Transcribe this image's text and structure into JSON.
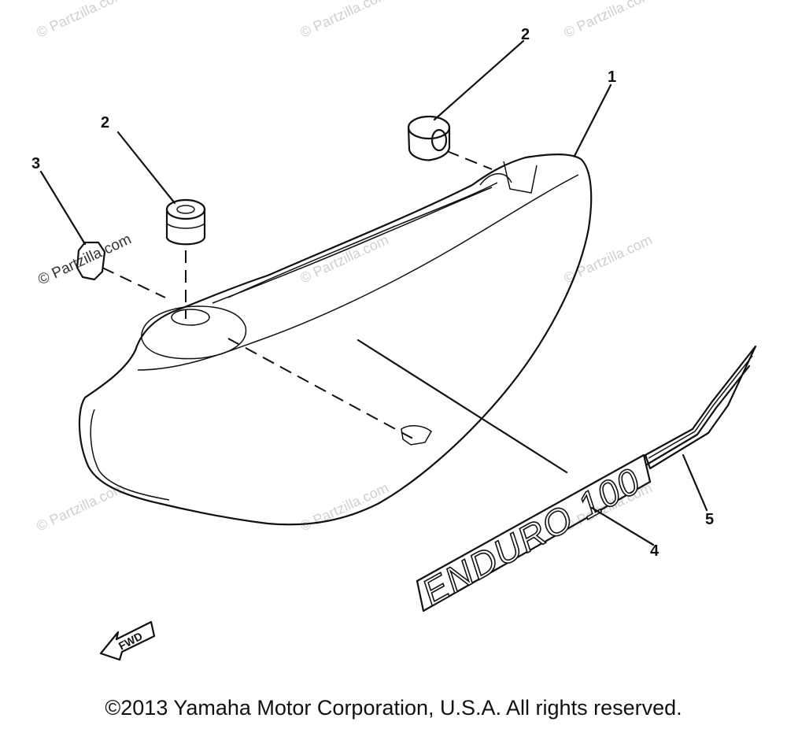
{
  "callouts": [
    {
      "id": "1",
      "label": "1"
    },
    {
      "id": "2a",
      "label": "2"
    },
    {
      "id": "2b",
      "label": "2"
    },
    {
      "id": "3",
      "label": "3"
    },
    {
      "id": "4",
      "label": "4"
    },
    {
      "id": "5",
      "label": "5"
    }
  ],
  "decal_text": "ENDURO 100",
  "fwd_label": "FWD",
  "watermark": "© Partzilla.com",
  "copyright": "©2013 Yamaha Motor Corporation, U.S.A. All rights reserved."
}
